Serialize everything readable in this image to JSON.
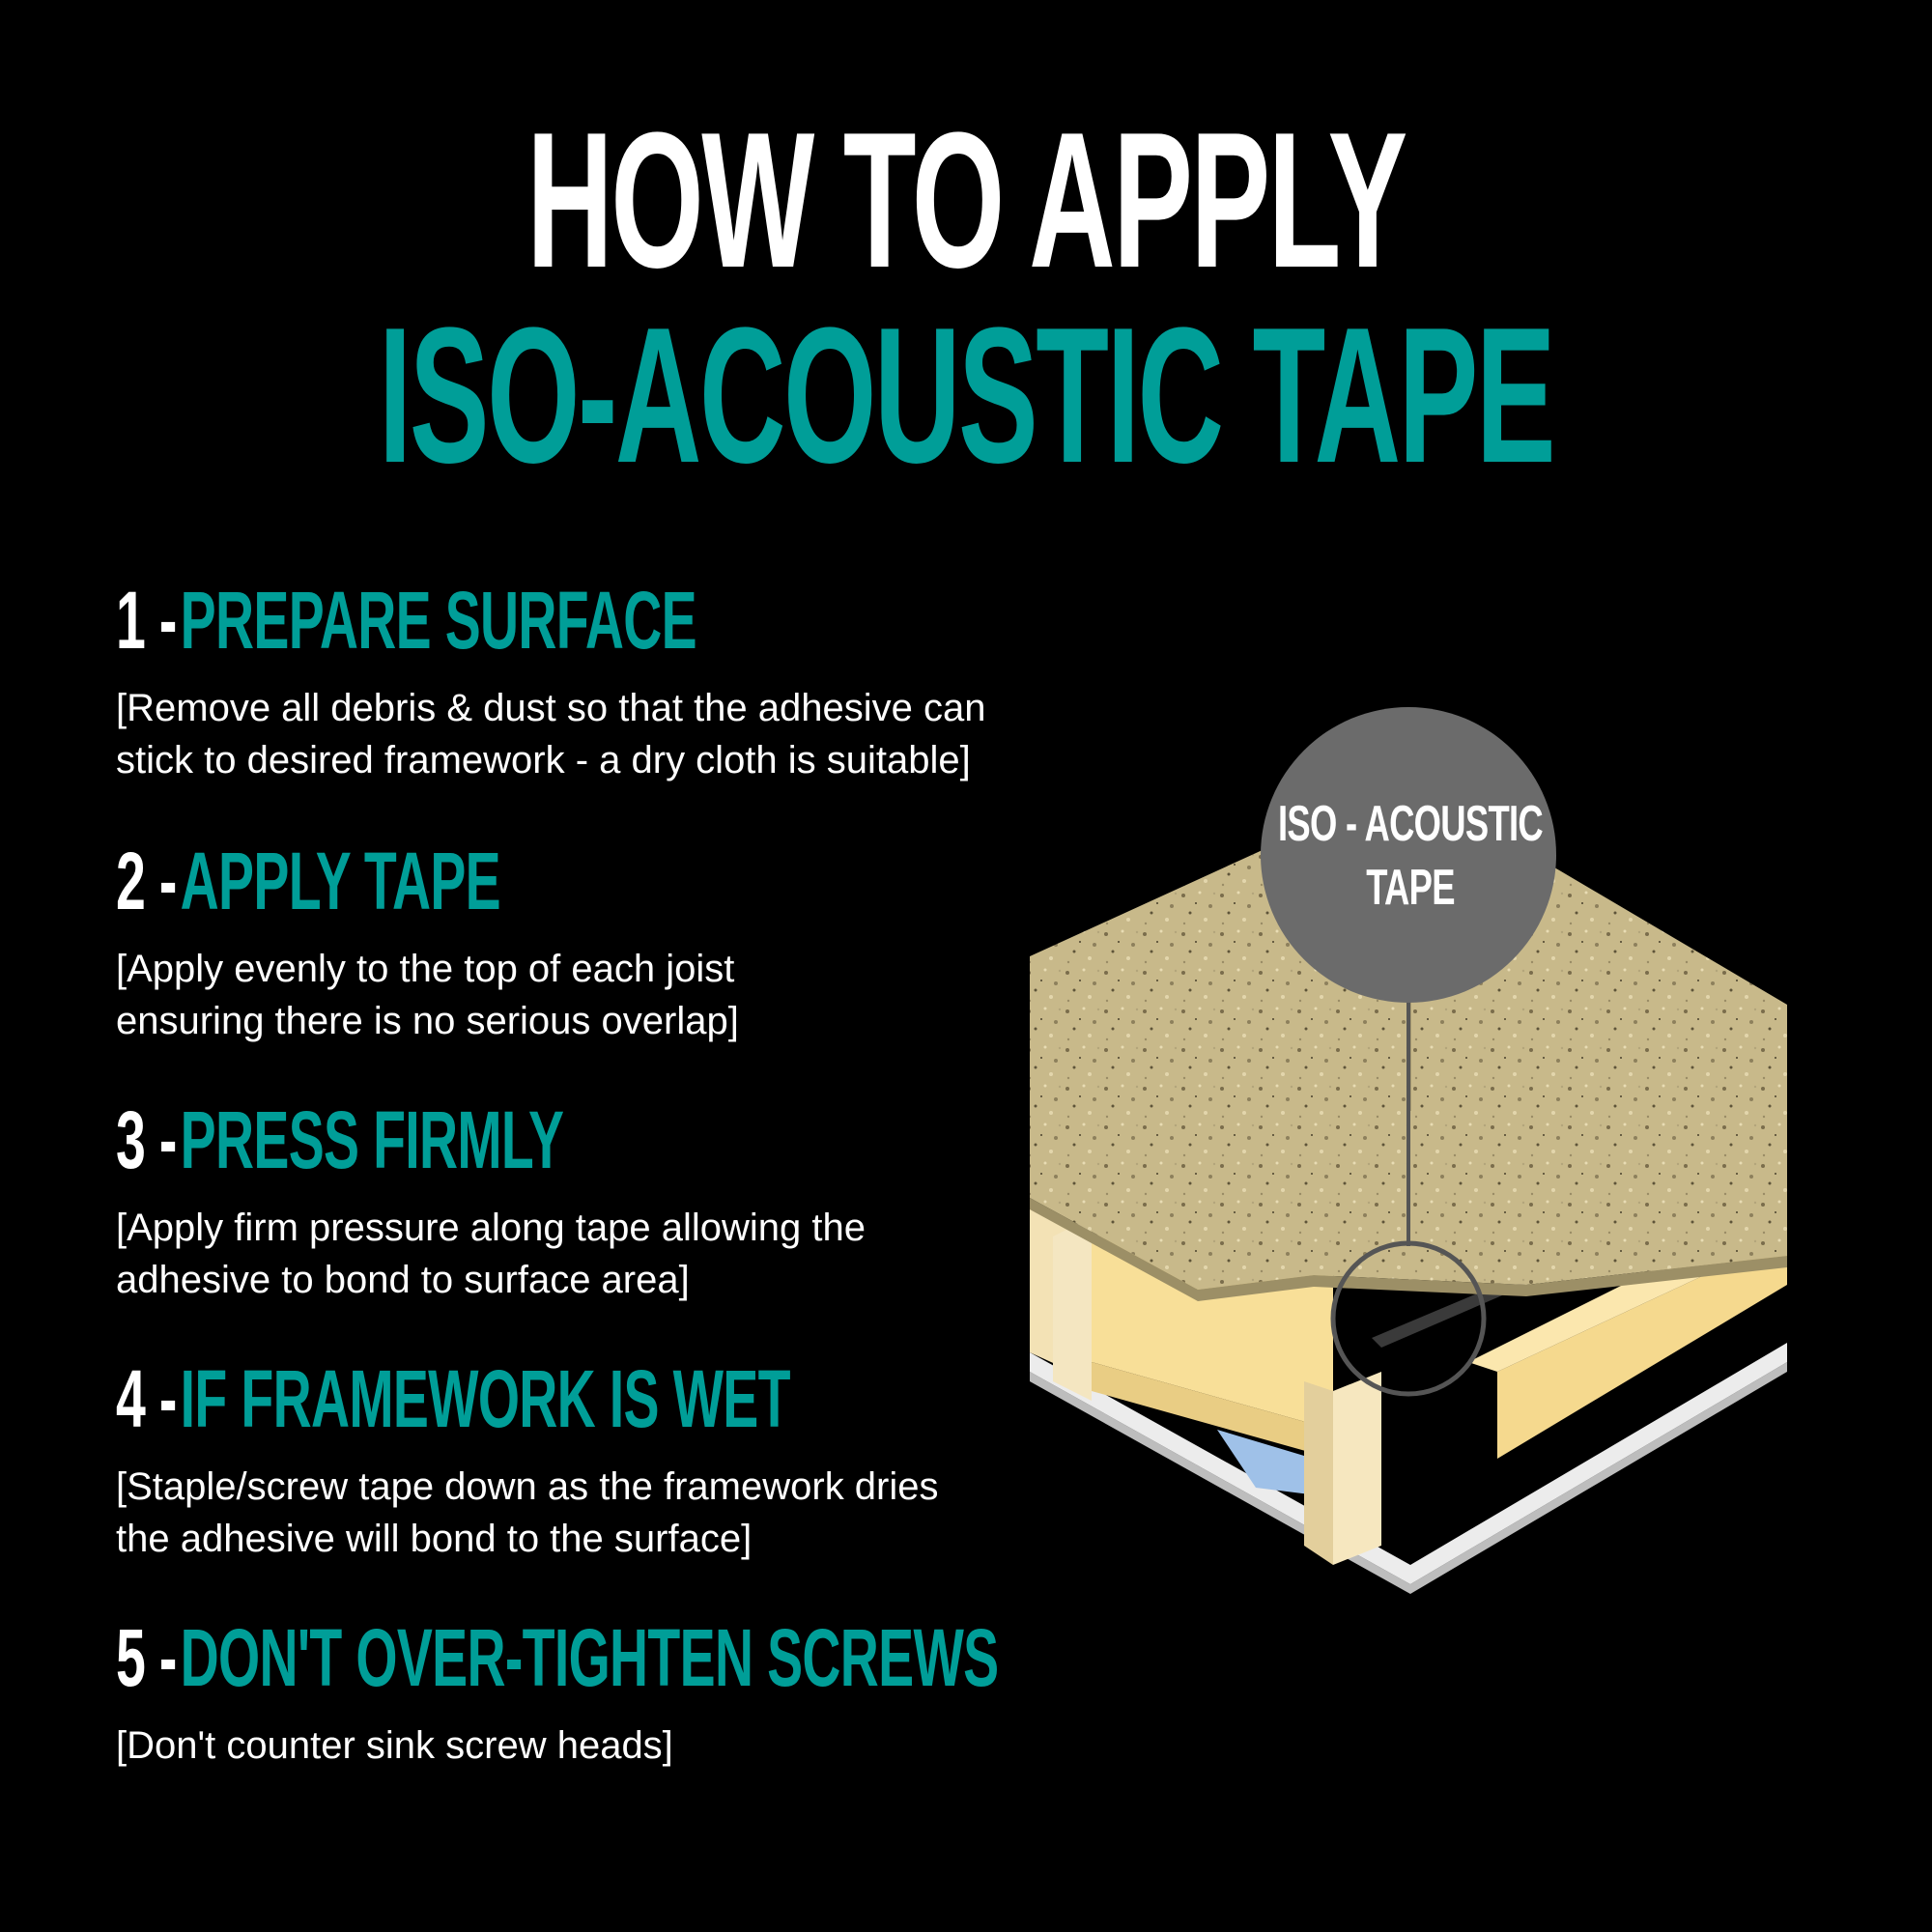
{
  "title": {
    "line1": "HOW TO APPLY",
    "line2": "ISO-ACOUSTIC TAPE"
  },
  "colors": {
    "background": "#000000",
    "text": "#ffffff",
    "accent": "#009e98",
    "badge": "#6b6b6b"
  },
  "steps": [
    {
      "number": "1 -",
      "title": "PREPARE SURFACE",
      "description": "[Remove all debris & dust so that the adhesive can\nstick to desired framework - a dry cloth is suitable]"
    },
    {
      "number": "2 -",
      "title": "APPLY TAPE",
      "description": "[Apply evenly to the top of each joist\nensuring there is no serious overlap]"
    },
    {
      "number": "3 -",
      "title": "PRESS FIRMLY",
      "description": "[Apply firm pressure along tape allowing the\nadhesive to bond to surface area]"
    },
    {
      "number": "4 -",
      "title": "IF FRAMEWORK IS WET",
      "description": "[Staple/screw tape down as the framework dries\nthe adhesive will bond to the surface]"
    },
    {
      "number": "5 -",
      "title": "DON'T OVER-TIGHTEN SCREWS",
      "description": "[Don't counter sink screw heads]"
    }
  ],
  "diagram": {
    "badge_line1": "ISO - ACOUSTIC",
    "badge_line2": "TAPE"
  }
}
